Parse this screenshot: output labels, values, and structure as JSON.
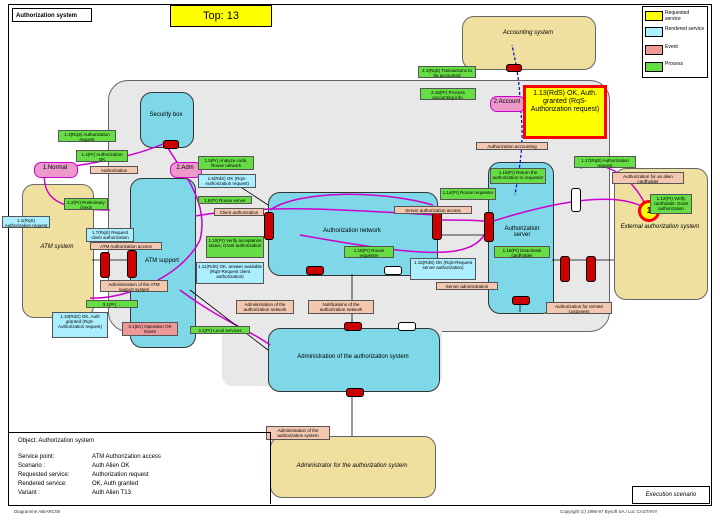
{
  "title": "Authorization system",
  "top_label": "Top: 13",
  "legend": [
    {
      "label": "Requested service",
      "color": "#ffff00"
    },
    {
      "label": "Rendered service",
      "color": "#aaeeff"
    },
    {
      "label": "Event",
      "color": "#ee9999"
    },
    {
      "label": "Process",
      "color": "#66dd44"
    }
  ],
  "blocks": {
    "accounting": "Accounting system",
    "security": "Security box",
    "atm_system": "ATM system",
    "atm_support": "ATM support",
    "auth_network": "Authorization network",
    "auth_server": "Authorization server",
    "external": "External authorization system",
    "admin_system": "Administration of the authorization system",
    "administrator": "Administrator for the authorization system"
  },
  "ovals": {
    "normal": "1.Normal",
    "adm": "2.Adm",
    "account": "2.Account",
    "one": "1"
  },
  "callout": "1.13(RdS) OK, Auth. granted (RqS-Authorization request)",
  "tags": {
    "t1": "1.3(RqS) Authorization request",
    "t2": "1.4(Pr) Authorization OK",
    "t3": "Authorization",
    "t4": "1.5(Pr) Analyze code, Rouse network",
    "t5": "1.6(RdS) OK (RqS-Authorization request)",
    "t6": "1.2(Pr) Preliminary check",
    "t7": "1.1(RqS) Authorization request",
    "t8": "1.7(RqS) Request client authorization",
    "t9": "1.8(Pr) Rouse server",
    "t10": "Client authorization",
    "t11": "1.10(Pr) Verify acceptance status, Grant authorization",
    "t12": "1.11(RdS) OK, answer available (RqS-Request client authorization)",
    "t13": "1.18(Pr) Rouse requester",
    "t14": "1.14(Pr) Rouse requester",
    "t15": "Server authorization access",
    "t16": "1.15(RdS) OK (RqS-Request server authorization)",
    "t17": "1.16(Pr) Return the authorization to requester",
    "t18": "2.1(RqS) Transactions to be accounted",
    "t19": "2.15(Pr) Process accounting info.",
    "t20": "Authorization accounting",
    "t21": "1.17(RqS) Authorization request",
    "t22": "Authorization for an alien cardholder",
    "t23": "1.12(Pr) Verify cardholder, Grant authorization",
    "t24": "1.16(Pr) Deactivate cardholder",
    "t25": "ATM Authorization access",
    "t26": "Administration of the ATM support system",
    "t27": "Administration of the authorization network",
    "t28": "Notifications of the authorization network",
    "t29": "Server administration",
    "t30": "Authorization for remote customers",
    "t31": "3.1(Pr) ...",
    "t32": "1.19(RdS) OK, Auth granted (RqS-Authorization request)",
    "t33": "4.1(Ev) Operation OK Event",
    "t34": "3.1(Pr) Local services",
    "t35": "Administration of the authorization system"
  },
  "info": {
    "object": "Object: Authorization system",
    "rows": [
      {
        "key": "Service point:",
        "value": "ATM Authorization access"
      },
      {
        "key": "Scenario :",
        "value": "Auth Alien OK"
      },
      {
        "key": "Requested service:",
        "value": "Authorization request"
      },
      {
        "key": "Rendered service:",
        "value": "OK, Auth granted"
      },
      {
        "key": "Variant :",
        "value": "Auth Alien T13"
      }
    ]
  },
  "exec": "Execution scenario",
  "footer_left": "Diagramme ABIARC08",
  "footer_right": "Copyright (c) 1996-97 Bysoft SA / Luc CASTANY"
}
